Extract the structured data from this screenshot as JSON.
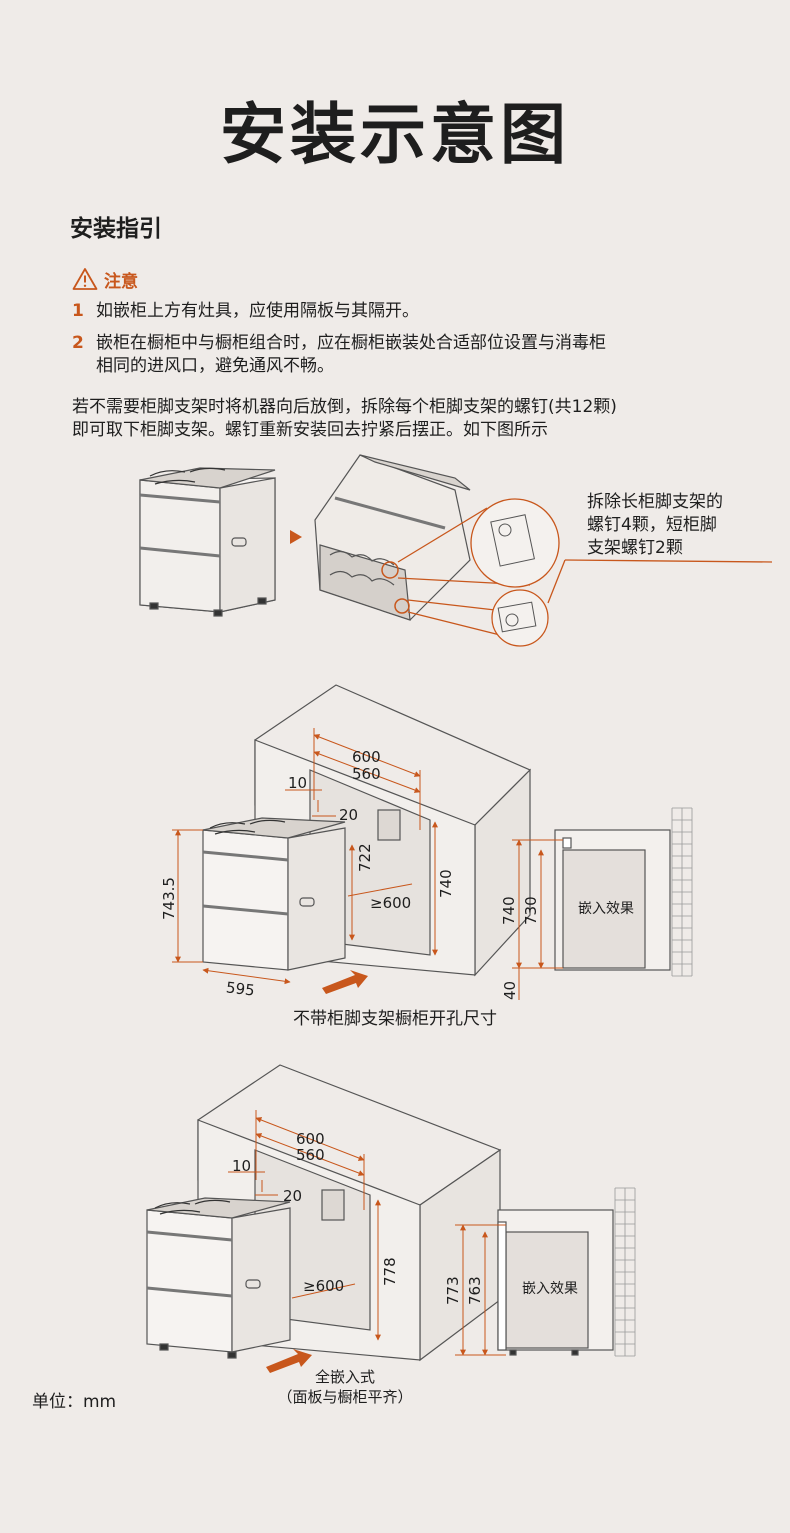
{
  "title": "安装示意图",
  "section_heading": "安装指引",
  "warning": {
    "label": "注意",
    "icon": "warning-triangle-icon",
    "accent_color": "#c8571c"
  },
  "notes": [
    {
      "num": "1",
      "lines": [
        "如嵌柜上方有灶具，应使用隔板与其隔开。"
      ]
    },
    {
      "num": "2",
      "lines": [
        "嵌柜在橱柜中与橱柜组合时，应在橱柜嵌装处合适部位设置与消毒柜",
        "相同的进风口，避免通风不畅。"
      ]
    }
  ],
  "instructions": [
    "若不需要柜脚支架时将机器向后放倒，拆除每个柜脚支架的螺钉(共12颗)",
    "即可取下柜脚支架。螺钉重新安装回去拧紧后摆正。如下图所示"
  ],
  "callout": [
    "拆除长柜脚支架的",
    "螺钉4颗，短柜脚",
    "支架螺钉2颗"
  ],
  "diagram1": {
    "dims": {
      "width_outer": "600",
      "width_inner": "560",
      "left_gap": "10",
      "top_gap": "20",
      "height_inner": "722",
      "height_outer": "740",
      "depth": "≥600",
      "unit_height": "743.5",
      "unit_width": "595",
      "side_h1": "740",
      "side_h2": "730",
      "side_base": "40"
    },
    "embed_label": "嵌入效果",
    "caption": "不带柜脚支架橱柜开孔尺寸"
  },
  "diagram2": {
    "dims": {
      "width_outer": "600",
      "width_inner": "560",
      "left_gap": "10",
      "top_gap": "20",
      "height": "778",
      "depth": "≥600",
      "side_h1": "773",
      "side_h2": "763"
    },
    "embed_label": "嵌入效果",
    "caption": [
      "全嵌入式",
      "（面板与橱柜平齐）"
    ]
  },
  "unit_note": "单位：mm"
}
